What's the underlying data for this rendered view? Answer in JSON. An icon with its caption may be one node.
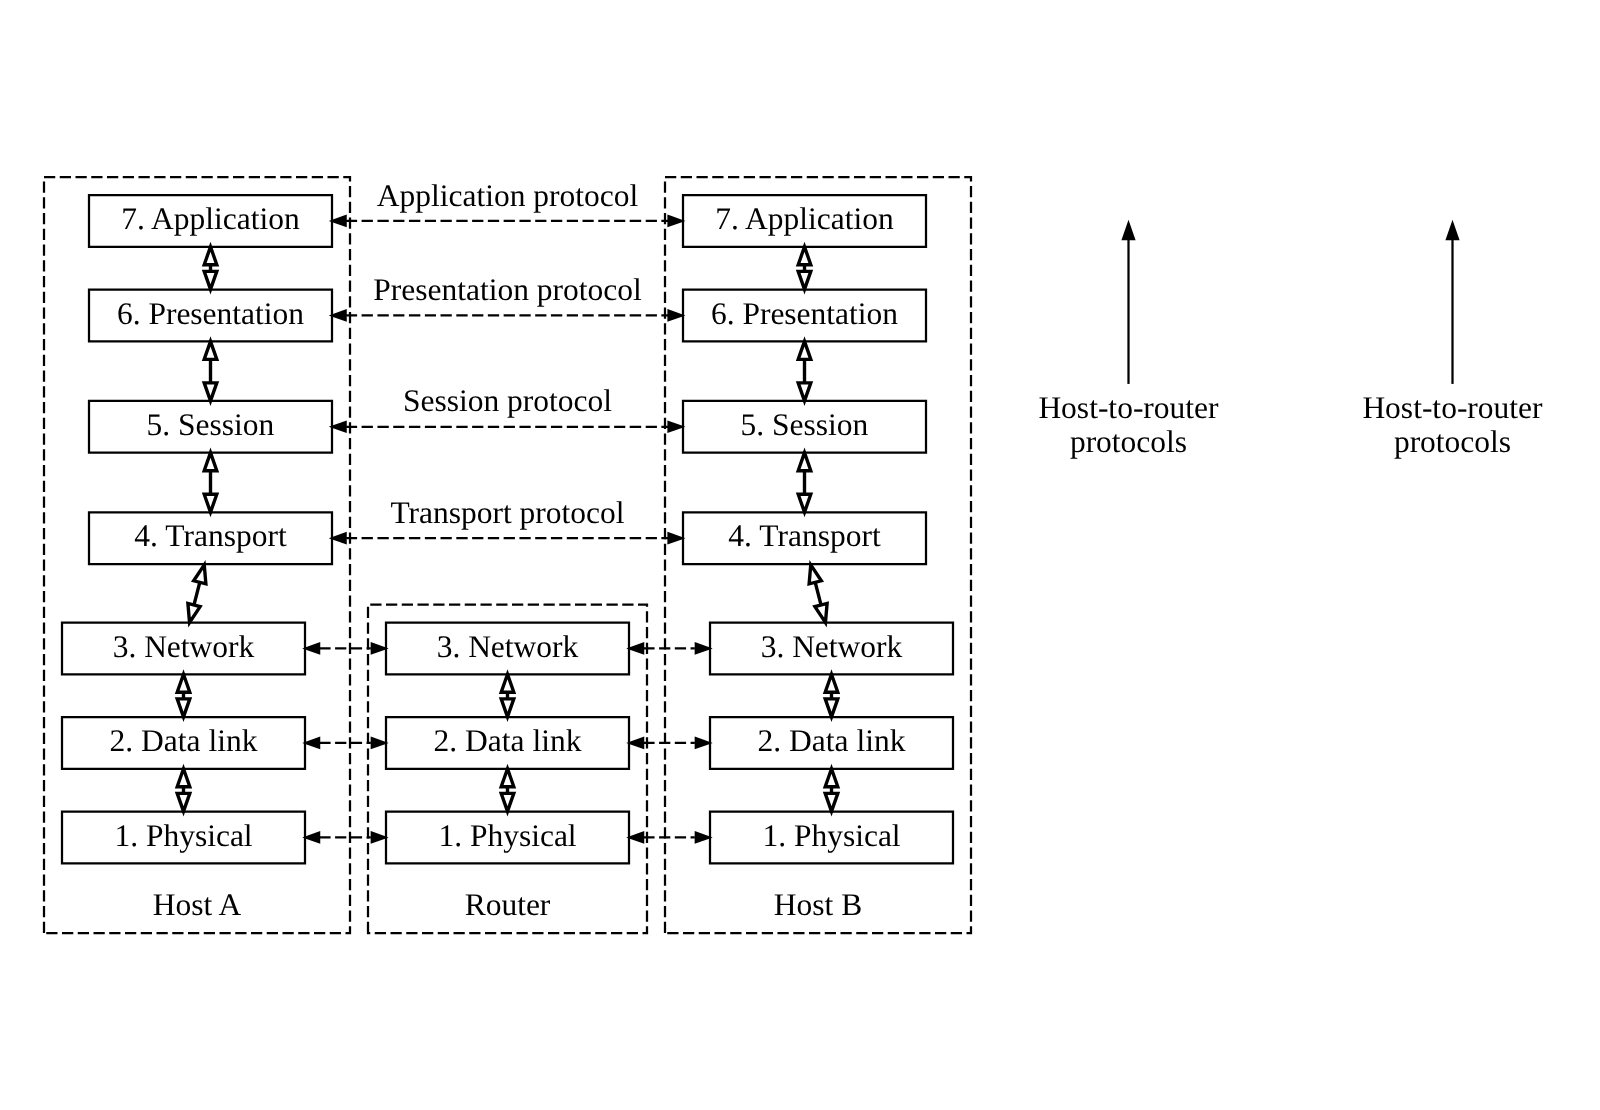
{
  "diagram": {
    "nodes": [
      {
        "text": [
          "Host A"
        ]
      },
      {
        "text": [
          "7. Application"
        ],
        "in": 0
      },
      {
        "text": [
          "6. Presentation"
        ],
        "in": 0
      },
      {
        "text": [
          "5. Session"
        ],
        "in": 0
      },
      {
        "text": [
          "4. Transport"
        ],
        "in": 0
      },
      {
        "text": [
          "3. Network"
        ],
        "in": 0
      },
      {
        "text": [
          "2. Data link"
        ],
        "in": 0
      },
      {
        "text": [
          "1. Physical"
        ],
        "in": 0
      },
      {
        "text": [
          "Router"
        ]
      },
      {
        "text": [
          "3. Network"
        ],
        "in": 8
      },
      {
        "text": [
          "2. Data link"
        ],
        "in": 8
      },
      {
        "text": [
          "1. Physical"
        ],
        "in": 8
      },
      {
        "text": [
          "Host B"
        ]
      },
      {
        "text": [
          "7. Application"
        ],
        "in": 12
      },
      {
        "text": [
          "6. Presentation"
        ],
        "in": 12
      },
      {
        "text": [
          "5. Session"
        ],
        "in": 12
      },
      {
        "text": [
          "4. Transport"
        ],
        "in": 12
      },
      {
        "text": [
          "3. Network"
        ],
        "in": 12
      },
      {
        "text": [
          "2. Data link"
        ],
        "in": 12
      },
      {
        "text": [
          "1. Physical"
        ],
        "in": 12
      },
      {
        "text": [
          "Host-to-router protocols"
        ]
      },
      {
        "text": [
          "Host-to-router protocols"
        ]
      }
    ],
    "edges": [
      {
        "from": 1,
        "to": 2,
        "arrow": "both"
      },
      {
        "from": 2,
        "to": 3,
        "arrow": "both"
      },
      {
        "from": 3,
        "to": 4,
        "arrow": "both"
      },
      {
        "from": 4,
        "to": 5,
        "arrow": "both"
      },
      {
        "from": 5,
        "to": 6,
        "arrow": "both"
      },
      {
        "from": 6,
        "to": 7,
        "arrow": "both"
      },
      {
        "from": 9,
        "to": 10,
        "arrow": "both"
      },
      {
        "from": 10,
        "to": 11,
        "arrow": "both"
      },
      {
        "from": 13,
        "to": 14,
        "arrow": "both"
      },
      {
        "from": 14,
        "to": 15,
        "arrow": "both"
      },
      {
        "from": 15,
        "to": 16,
        "arrow": "both"
      },
      {
        "from": 16,
        "to": 17,
        "arrow": "both"
      },
      {
        "from": 17,
        "to": 18,
        "arrow": "both"
      },
      {
        "from": 18,
        "to": 19,
        "arrow": "both"
      },
      {
        "from": 1,
        "to": 13,
        "arrow": "both",
        "style": "dashed",
        "label": "Application protocol"
      },
      {
        "from": 2,
        "to": 14,
        "arrow": "both",
        "style": "dashed",
        "label": "Presentation protocol"
      },
      {
        "from": 3,
        "to": 15,
        "arrow": "both",
        "style": "dashed",
        "label": "Session protocol"
      },
      {
        "from": 4,
        "to": 16,
        "arrow": "both",
        "style": "dashed",
        "label": "Transport protocol"
      },
      {
        "from": 5,
        "to": 9,
        "arrow": "both",
        "style": "dashed"
      },
      {
        "from": 9,
        "to": 17,
        "arrow": "both",
        "style": "dashed"
      },
      {
        "from": 6,
        "to": 10,
        "arrow": "both",
        "style": "dashed"
      },
      {
        "from": 10,
        "to": 18,
        "arrow": "both",
        "style": "dashed"
      },
      {
        "from": 7,
        "to": 11,
        "arrow": "both",
        "style": "dashed"
      },
      {
        "from": 11,
        "to": 19,
        "arrow": "both",
        "style": "dashed"
      },
      {
        "from": 20,
        "to": null,
        "arrow": "to"
      },
      {
        "from": 21,
        "to": null,
        "arrow": "to"
      }
    ]
  }
}
